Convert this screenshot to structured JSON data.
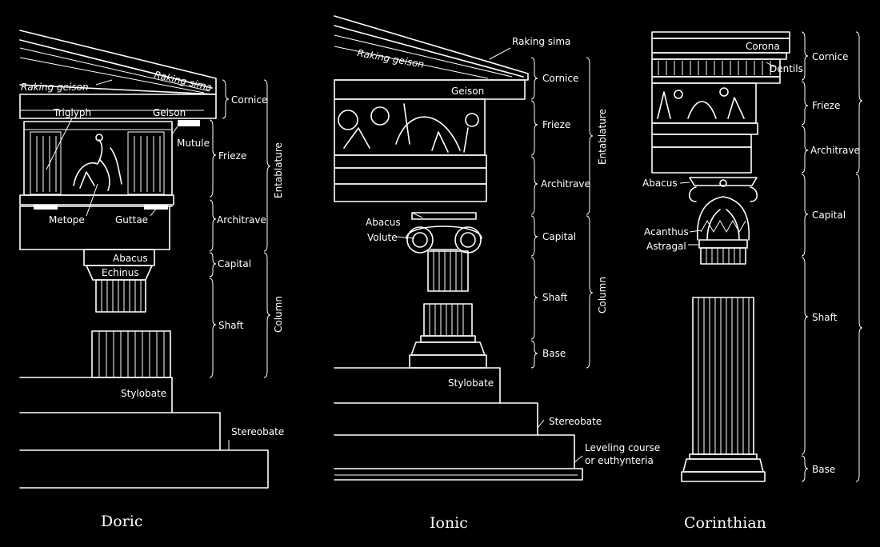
{
  "orders": {
    "doric": {
      "title": "Doric",
      "labels": {
        "raking_sima": "Raking sima",
        "raking_geison": "Raking geison",
        "triglyph": "Triglyph",
        "geison": "Geison",
        "mutule": "Mutule",
        "metope": "Metope",
        "guttae": "Guttae",
        "abacus": "Abacus",
        "echinus": "Echinus",
        "stylobate": "Stylobate",
        "stereobate": "Stereobate",
        "cornice": "Cornice",
        "frieze": "Frieze",
        "architrave": "Architrave",
        "capital": "Capital",
        "shaft": "Shaft",
        "entablature": "Entablature",
        "column": "Column"
      }
    },
    "ionic": {
      "title": "Ionic",
      "labels": {
        "raking_sima": "Raking sima",
        "raking_geison": "Raking geison",
        "geison": "Geison",
        "abacus": "Abacus",
        "volute": "Volute",
        "stylobate": "Stylobate",
        "stereobate": "Stereobate",
        "leveling_1": "Leveling course",
        "leveling_2": "or euthynteria",
        "cornice": "Cornice",
        "frieze": "Frieze",
        "architrave": "Architrave",
        "capital": "Capital",
        "shaft": "Shaft",
        "base": "Base",
        "entablature": "Entablature",
        "column": "Column"
      }
    },
    "corinthian": {
      "title": "Corinthian",
      "labels": {
        "corona": "Corona",
        "dentils": "Dentils",
        "abacus": "Abacus",
        "acanthus": "Acanthus",
        "astragal": "Astragal",
        "cornice": "Cornice",
        "frieze": "Frieze",
        "architrave": "Architrave",
        "capital": "Capital",
        "shaft": "Shaft",
        "base": "Base"
      }
    }
  }
}
